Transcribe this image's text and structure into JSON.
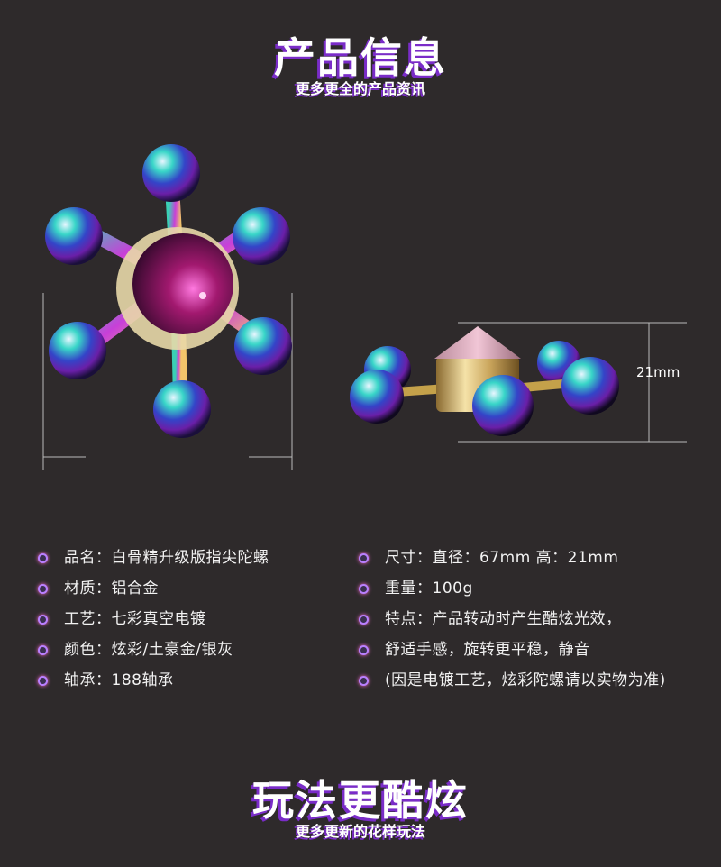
{
  "header": {
    "title": "产品信息",
    "subtitle": "更多更全的产品资讯"
  },
  "dimensions": {
    "height_label": "21mm"
  },
  "specs": {
    "left": [
      "品名：白骨精升级版指尖陀螺",
      "材质：铝合金",
      "工艺：七彩真空电镀",
      "颜色：炫彩/土豪金/银灰",
      "轴承：188轴承"
    ],
    "right": [
      "尺寸：直径：67mm  高：21mm",
      "重量：100g",
      "特点：产品转动时产生酷炫光效，",
      "舒适手感，旋转更平稳，静音",
      "(因是电镀工艺，炫彩陀螺请以实物为准)"
    ]
  },
  "footer": {
    "title": "玩法更酷炫",
    "subtitle": "更多更新的花样玩法"
  },
  "colors": {
    "background": "#2e2a2b",
    "accent_purple": "#7a2cc8",
    "bullet": "#b980ff"
  }
}
